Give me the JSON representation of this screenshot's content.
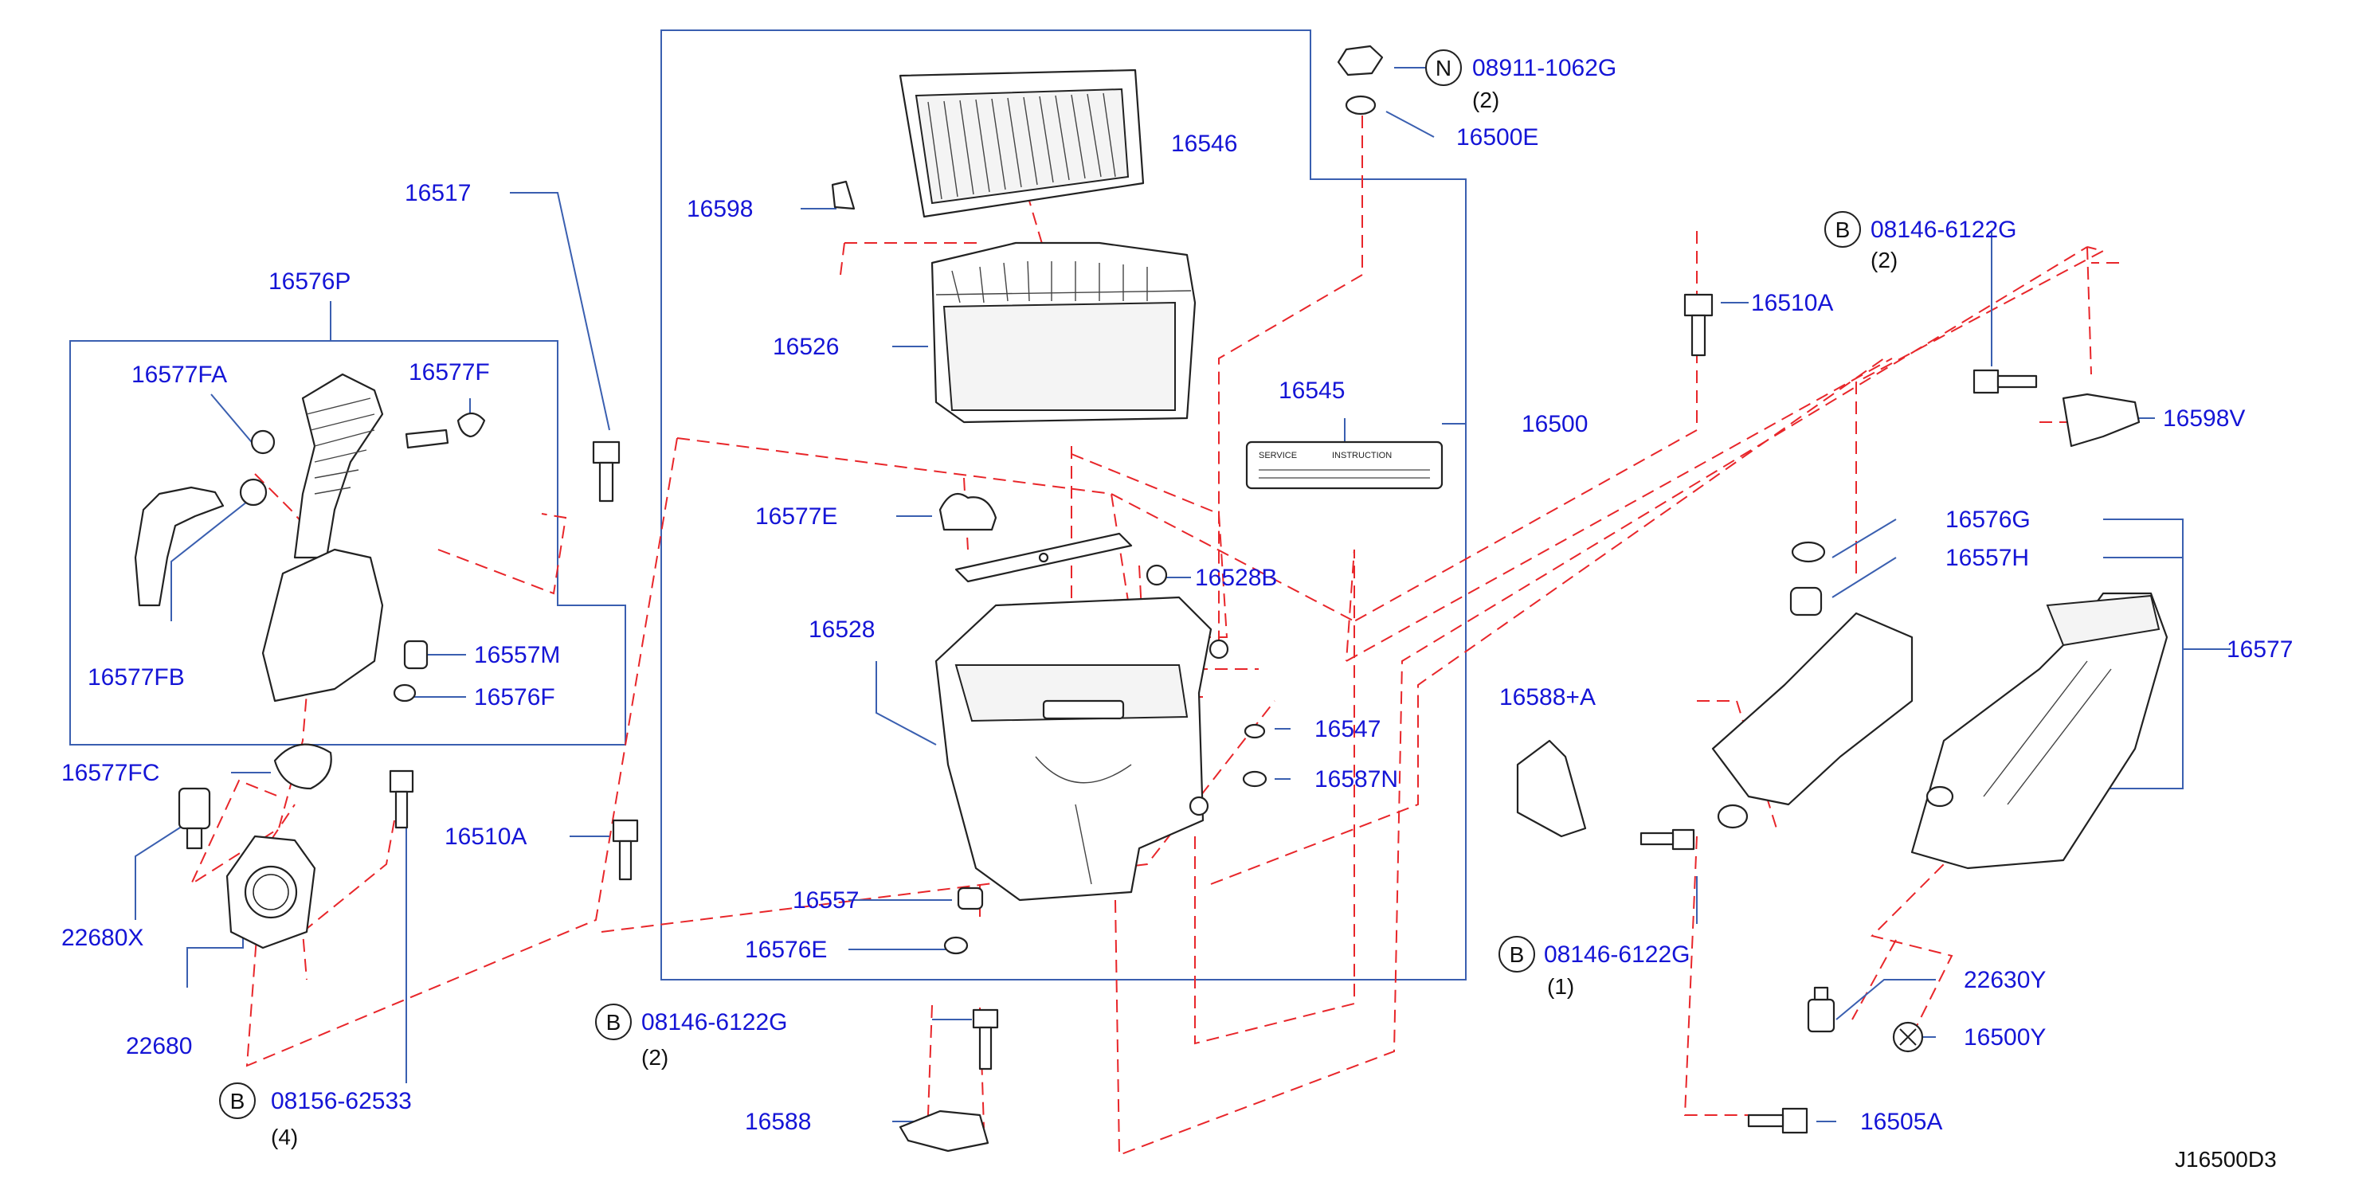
{
  "diagram": {
    "reference_code": "J16500D3",
    "sticker": {
      "text_1": "SERVICE",
      "text_2": "INSTRUCTION"
    },
    "labels": {
      "p16517": "16517",
      "p16576P": "16576P",
      "p16577FA": "16577FA",
      "p16577F": "16577F",
      "p16577FB": "16577FB",
      "p16557M": "16557M",
      "p16576F": "16576F",
      "p16577FC": "16577FC",
      "p22680X": "22680X",
      "p22680": "22680",
      "p16510A_left": "16510A",
      "p08156": "08156-62533",
      "p16598": "16598",
      "p16546": "16546",
      "p16526": "16526",
      "p16545": "16545",
      "p16500": "16500",
      "p16577E": "16577E",
      "p16528B": "16528B",
      "p16528": "16528",
      "p16547": "16547",
      "p16587N": "16587N",
      "p16557": "16557",
      "p16576E": "16576E",
      "p08146_mid": "08146-6122G",
      "p16588": "16588",
      "p08911": "08911-1062G",
      "p16500E": "16500E",
      "p08146_top": "08146-6122G",
      "p16510A_right": "16510A",
      "p16598V": "16598V",
      "p16576G": "16576G",
      "p16557H": "16557H",
      "p16577": "16577",
      "p16588A": "16588+A",
      "p08146_right": "08146-6122G",
      "p22630Y": "22630Y",
      "p16500Y": "16500Y",
      "p16505A": "16505A"
    },
    "quantities": {
      "q08156": "(4)",
      "q08146_mid": "(2)",
      "q08911": "(2)",
      "q08146_top": "(2)",
      "q08146_right": "(1)"
    },
    "circle_letters": {
      "c08156": "B",
      "c08146_mid": "B",
      "c08911": "N",
      "c08146_top": "B",
      "c08146_right": "B"
    },
    "colors": {
      "label_text": "#1515d6",
      "leader_line": "#3a5fb0",
      "dashed_line": "#e8262a",
      "part_outline": "#222222"
    }
  }
}
